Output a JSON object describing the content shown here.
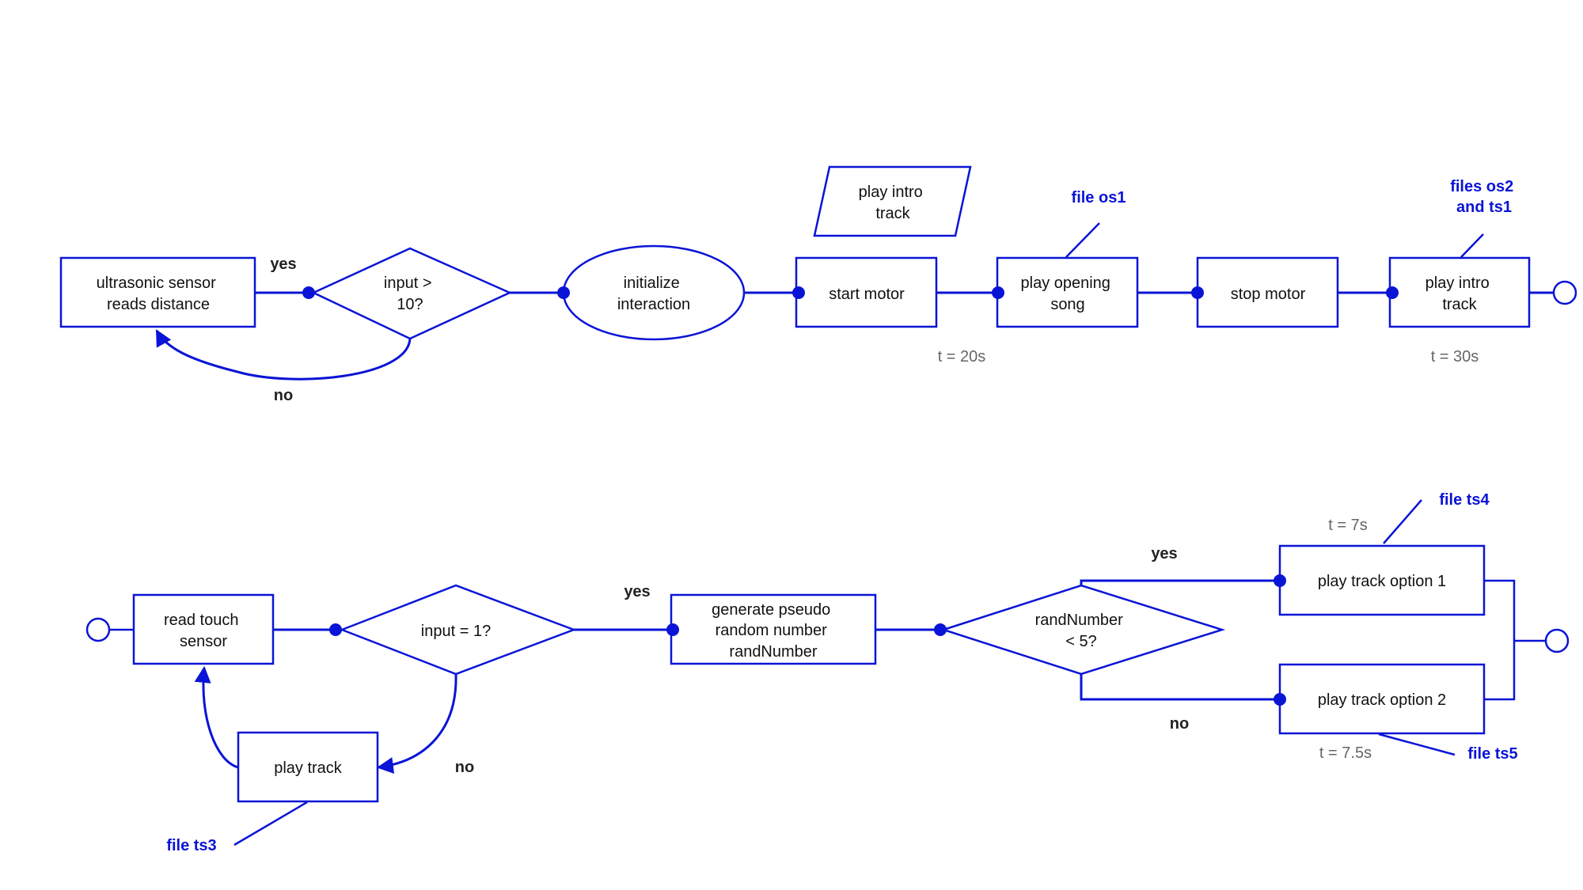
{
  "colors": {
    "stroke": "#0a14d6",
    "annotation": "#0a14d6",
    "time": "#666666",
    "label": "#222222"
  },
  "top_flow": {
    "sensor_box": [
      "ultrasonic sensor",
      "reads distance"
    ],
    "decision": [
      "input >",
      "10?"
    ],
    "yes_label": "yes",
    "no_label": "no",
    "init_ellipse": [
      "initialize",
      "interaction"
    ],
    "intro_parallelogram": [
      "play intro",
      "track"
    ],
    "start_motor": [
      "start motor"
    ],
    "play_opening": [
      "play opening",
      "song"
    ],
    "stop_motor": [
      "stop motor"
    ],
    "play_intro_track": [
      "play intro",
      "track"
    ],
    "ann_os1": [
      "file os1"
    ],
    "ann_os2_ts1": [
      "files os2",
      "and ts1"
    ],
    "time_20": "t = 20s",
    "time_30": "t = 30s"
  },
  "bottom_flow": {
    "touch_box": [
      "read touch",
      "sensor"
    ],
    "decision": [
      "input = 1?"
    ],
    "yes_label": "yes",
    "no_label": "no",
    "play_track": [
      "play track"
    ],
    "ann_ts3": [
      "file ts3"
    ],
    "generate_box": [
      "generate pseudo",
      "random number",
      "randNumber"
    ],
    "rand_decision": [
      "randNumber",
      "< 5?"
    ],
    "rand_yes": "yes",
    "rand_no": "no",
    "option1": [
      "play track option 1"
    ],
    "option2": [
      "play track option 2"
    ],
    "time_7": "t = 7s",
    "time_75": "t = 7.5s",
    "ann_ts4": [
      "file ts4"
    ],
    "ann_ts5": [
      "file ts5"
    ]
  }
}
